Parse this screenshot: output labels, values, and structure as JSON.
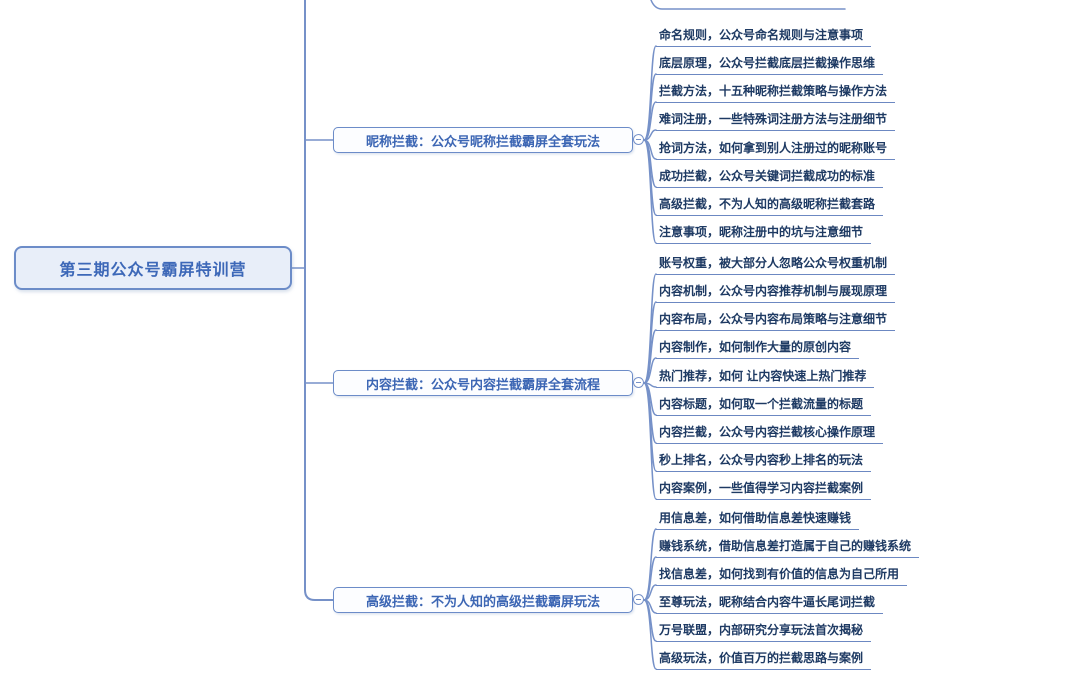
{
  "root": {
    "label": "第三期公众号霸屏特训营"
  },
  "branches": [
    {
      "label": "昵称拦截：公众号昵称拦截霸屏全套玩法",
      "leaves": [
        "命名规则，公众号命名规则与注意事项",
        "底层原理，公众号拦截底层拦截操作思维",
        "拦截方法，十五种昵称拦截策略与操作方法",
        "难词注册，一些特殊词注册方法与注册细节",
        "抢词方法，如何拿到别人注册过的昵称账号",
        "成功拦截，公众号关键词拦截成功的标准",
        "高级拦截，不为人知的高级昵称拦截套路",
        "注意事项，昵称注册中的坑与注意细节"
      ]
    },
    {
      "label": "内容拦截：公众号内容拦截霸屏全套流程",
      "leaves": [
        "账号权重，被大部分人忽略公众号权重机制",
        "内容机制，公众号内容推荐机制与展现原理",
        "内容布局，公众号内容布局策略与注意细节",
        "内容制作，如何制作大量的原创内容",
        "热门推荐，如何 让内容快速上热门推荐",
        "内容标题，如何取一个拦截流量的标题",
        "内容拦截，公众号内容拦截核心操作原理",
        "秒上排名，公众号内容秒上排名的玩法",
        "内容案例，一些值得学习内容拦截案例"
      ]
    },
    {
      "label": "高级拦截：不为人知的高级拦截霸屏玩法",
      "leaves": [
        "用信息差，如何借助信息差快速赚钱",
        "赚钱系统，借助信息差打造属于自己的赚钱系统",
        "找信息差，如何找到有价值的信息为自己所用",
        "至尊玩法，昵称结合内容牛逼长尾词拦截",
        "万号联盟，内部研究分享玩法首次揭秘",
        "高级玩法，价值百万的拦截思路与案例"
      ]
    }
  ],
  "colors": {
    "line": "#7691C8",
    "underline": "#6C88C2",
    "node_border": "#6C8CC8",
    "root_bg": "#E8EEF9",
    "root_text": "#3D68B8",
    "branch_bg": "#FCFDFF",
    "branch_text": "#3C66B4",
    "leaf_text": "#1E3A63"
  }
}
